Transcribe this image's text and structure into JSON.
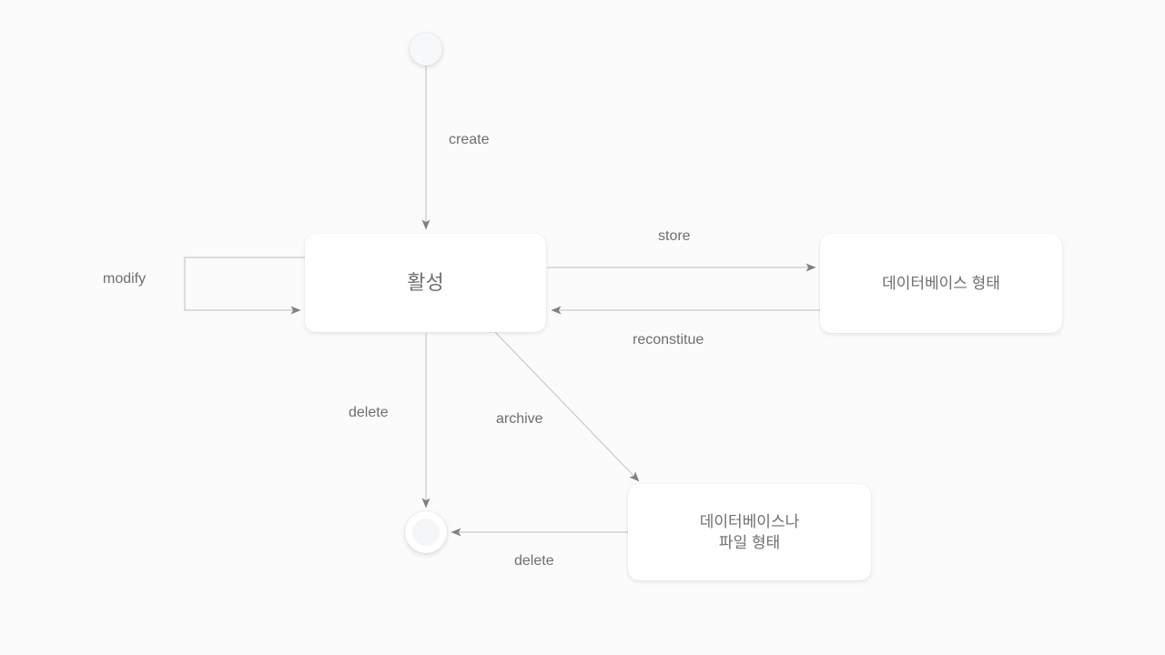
{
  "diagram": {
    "type": "state-machine-diagram",
    "background_color": "#fbfbfb",
    "line_color": "#c9c9c9",
    "arrow_color": "#808080",
    "text_color": "#6e6e6e",
    "node_fill": "#ffffff",
    "nodes": [
      {
        "id": "start",
        "kind": "initial-state",
        "label": ""
      },
      {
        "id": "active",
        "kind": "state",
        "label": "활성"
      },
      {
        "id": "database",
        "kind": "state",
        "label": "데이터베이스 형태"
      },
      {
        "id": "archive",
        "kind": "state",
        "label": "데이터베이스나\n파일 형태"
      },
      {
        "id": "end",
        "kind": "final-state",
        "label": ""
      }
    ],
    "transitions": [
      {
        "id": "create",
        "label": "create",
        "from": "start",
        "to": "active"
      },
      {
        "id": "modify",
        "label": "modify",
        "from": "active",
        "to": "active"
      },
      {
        "id": "store",
        "label": "store",
        "from": "active",
        "to": "database"
      },
      {
        "id": "reconstitue",
        "label": "reconstitue",
        "from": "database",
        "to": "active"
      },
      {
        "id": "delete-active",
        "label": "delete",
        "from": "active",
        "to": "end"
      },
      {
        "id": "archive",
        "label": "archive",
        "from": "active",
        "to": "archive"
      },
      {
        "id": "delete-archive",
        "label": "delete",
        "from": "archive",
        "to": "end"
      }
    ]
  }
}
